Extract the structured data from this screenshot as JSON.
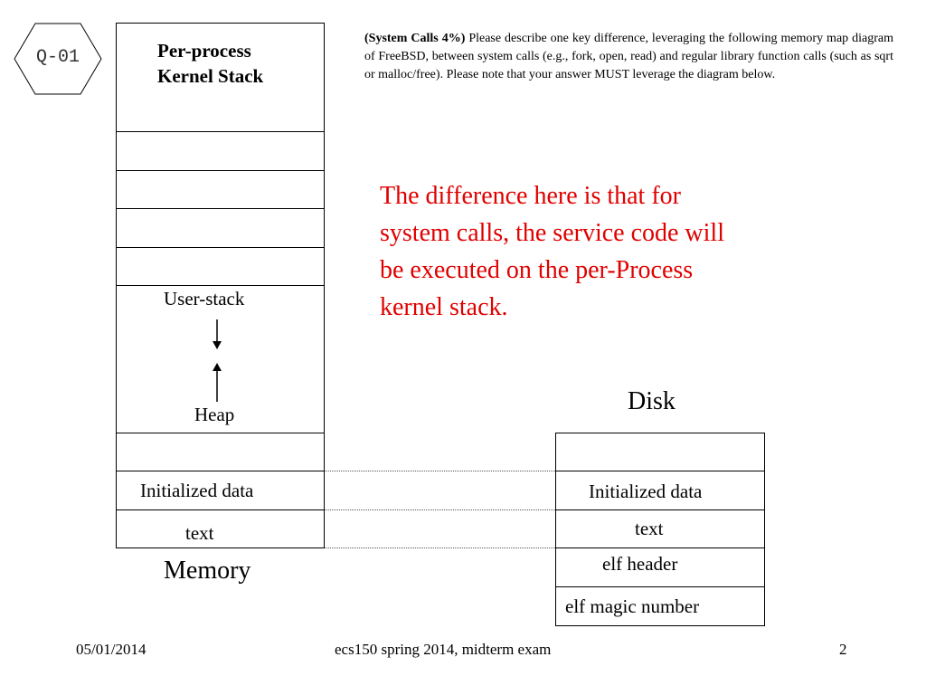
{
  "badge": {
    "label": "Q-01"
  },
  "memory": {
    "header": "Per-process\nKernel Stack",
    "user_stack": "User-stack",
    "heap": "Heap",
    "initialized_data": "Initialized data",
    "text": "text",
    "caption": "Memory"
  },
  "disk": {
    "caption": "Disk",
    "initialized_data": "Initialized data",
    "text": "text",
    "elf_header": "elf header",
    "elf_magic": "elf magic number"
  },
  "question": {
    "lead": "(System Calls 4%)",
    "body": " Please describe one key difference, leveraging the following memory map diagram of FreeBSD, between system calls (e.g., fork, open, read) and regular library function calls (such as sqrt or malloc/free). Please note that your answer MUST leverage the diagram below."
  },
  "answer": {
    "text": "The difference here is that for system calls, the service code will be executed on the per-Process kernel stack.",
    "color": "#e00000"
  },
  "footer": {
    "date": "05/01/2014",
    "course": "ecs150 spring 2014, midterm exam",
    "page": "2"
  }
}
